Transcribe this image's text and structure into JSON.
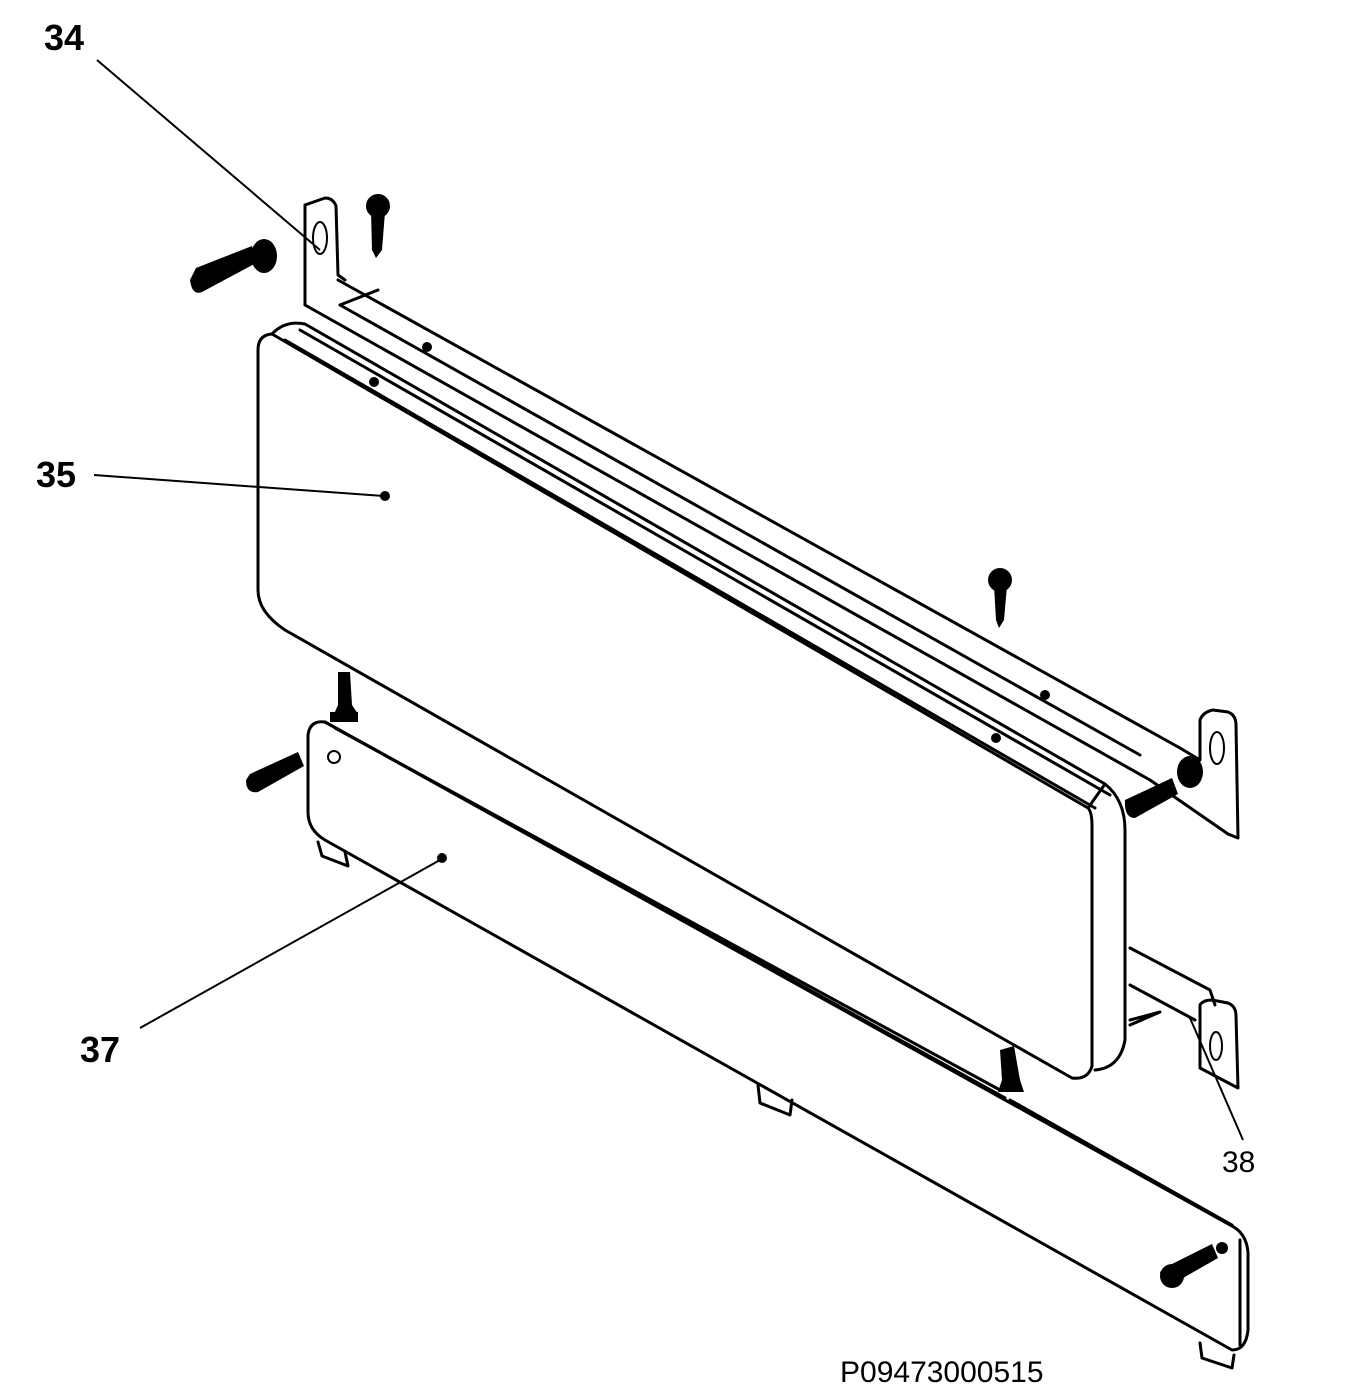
{
  "diagram": {
    "callouts": [
      {
        "id": "34",
        "label": "34"
      },
      {
        "id": "35",
        "label": "35"
      },
      {
        "id": "37",
        "label": "37"
      },
      {
        "id": "38",
        "label": "38"
      }
    ],
    "drawing_code": "P09473000515"
  }
}
